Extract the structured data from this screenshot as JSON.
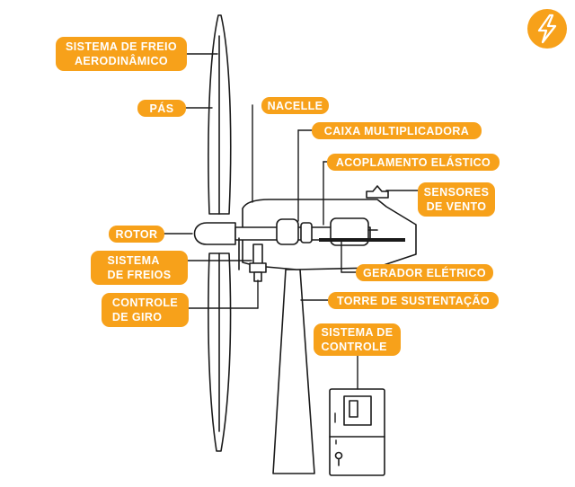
{
  "labels": {
    "freio_aero": [
      "SISTEMA DE FREIO",
      "AERODINÂMICO"
    ],
    "pas": "PÁS",
    "rotor": "ROTOR",
    "sistema_freios": [
      "SISTEMA",
      "DE FREIOS"
    ],
    "controle_giro": [
      "CONTROLE",
      "DE GIRO"
    ],
    "nacelle": "NACELLE",
    "caixa": "CAIXA MULTIPLICADORA",
    "acoplamento": "ACOPLAMENTO ELÁSTICO",
    "sensores": [
      "SENSORES",
      "DE VENTO"
    ],
    "gerador": "GERADOR ELÉTRICO",
    "torre": "TORRE DE SUSTENTAÇÃO",
    "sistema_controle": [
      "SISTEMA DE",
      "CONTROLE"
    ]
  },
  "colors": {
    "accent": "#f7a11a",
    "line": "#1a1a1a",
    "label_text": "#ffffff"
  },
  "icons": {
    "badge": "lightning-bolt-icon"
  }
}
